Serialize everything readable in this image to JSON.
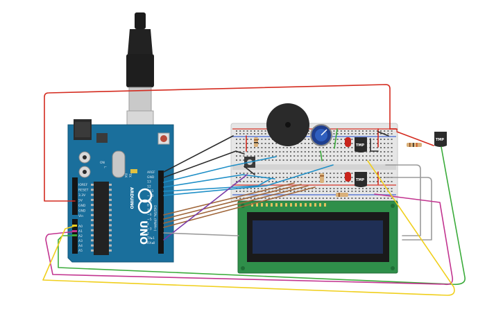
{
  "board": {
    "brand_name": "UNO",
    "logo_text": "ARDUINO",
    "power_header_labels": [
      "IOREF",
      "RESET",
      "3.3V",
      "5V",
      "GND",
      "GND",
      "Vin"
    ],
    "analog_header_labels": [
      "A0",
      "A1",
      "A2",
      "A3",
      "A4",
      "A5"
    ],
    "digital_header_labels": [
      "AREF",
      "GND",
      "13",
      "12",
      "~11",
      "~10",
      "~9",
      "8",
      "7",
      "~6",
      "~5",
      "4",
      "~3",
      "2",
      "TX▸1",
      "RX◂0"
    ],
    "section_label": "DIGITAL (PWM~)",
    "tx_label": "TX",
    "rx_label": "RX",
    "l_label": "L",
    "on_label": "ON"
  },
  "components": {
    "sensor_label_1": "TMP",
    "sensor_label_2": "TMP",
    "sensor_label_3": "TMP"
  },
  "colors": {
    "board": "#1a6f9c",
    "wire_red": "#d42a1e",
    "wire_green": "#3aab3a",
    "wire_yellow": "#f0cf1c",
    "wire_magenta": "#c2338f",
    "wire_blue": "#1f8fc7",
    "wire_brown": "#a0663a",
    "wire_black": "#2a2a2a",
    "wire_gray": "#9a9a9a",
    "wire_purple": "#7a3aa8",
    "lcd_pcb": "#2f8f4a",
    "lcd_screen": "#1f2f55"
  }
}
